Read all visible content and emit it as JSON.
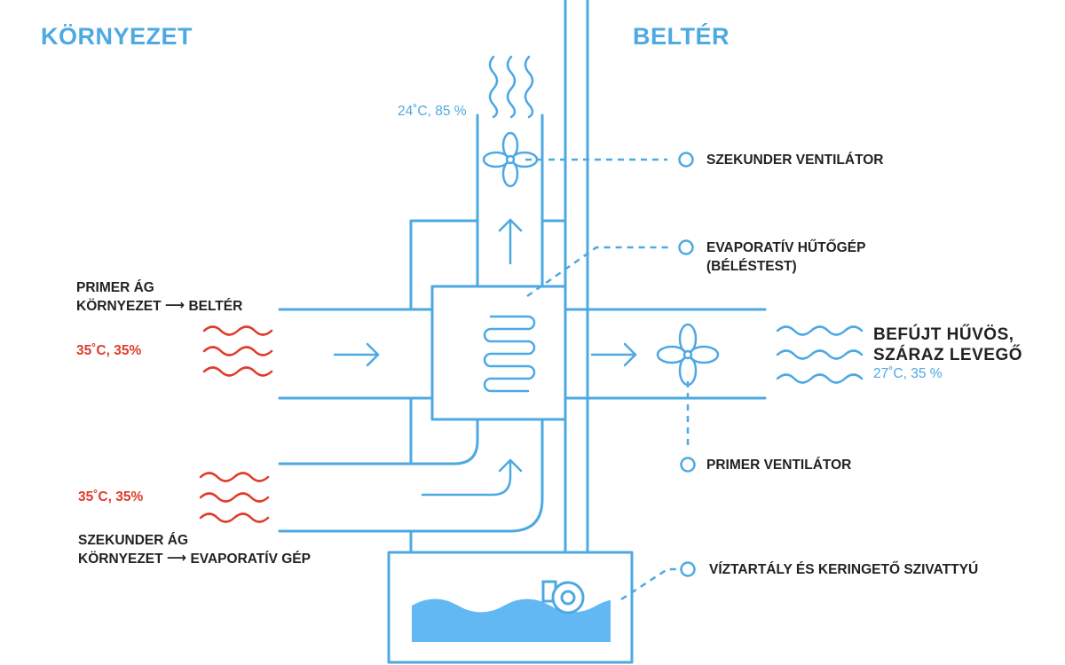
{
  "zones": {
    "left": "KÖRNYEZET",
    "right": "BELTÉR"
  },
  "primary_branch": {
    "line1": "PRIMER ÁG",
    "line2_from": "KÖRNYEZET",
    "arrow": "⟶",
    "line2_to": "BELTÉR",
    "inlet": "35˚C, 35%"
  },
  "secondary_branch": {
    "line1": "SZEKUNDER ÁG",
    "line2_from": "KÖRNYEZET",
    "arrow": "⟶",
    "line2_to": "EVAPORATÍV GÉP",
    "inlet": "35˚C, 35%"
  },
  "exhaust": {
    "value": "24˚C, 85 %"
  },
  "labels": {
    "secondary_fan": "SZEKUNDER VENTILÁTOR",
    "cooler_line1": "EVAPORATÍV HŰTŐGÉP",
    "cooler_line2": "(BÉLÉSTEST)",
    "primary_fan": "PRIMER VENTILÁTOR",
    "tank": "VÍZTARTÁLY ÉS KERINGETŐ SZIVATTYÚ"
  },
  "supply_air": {
    "line1": "BEFÚJT HŰVÖS,",
    "line2": "SZÁRAZ LEVEGŐ",
    "value": "27˚C, 35 %"
  },
  "colors": {
    "structure": "#4da9e2",
    "hot": "#e03b2b",
    "water": "#61b8f2",
    "text": "#222222"
  },
  "icons": [
    "fan-icon",
    "arrow-icon",
    "wave-icon",
    "steam-icon",
    "coil-icon",
    "pump-icon",
    "marker-circle-icon"
  ]
}
